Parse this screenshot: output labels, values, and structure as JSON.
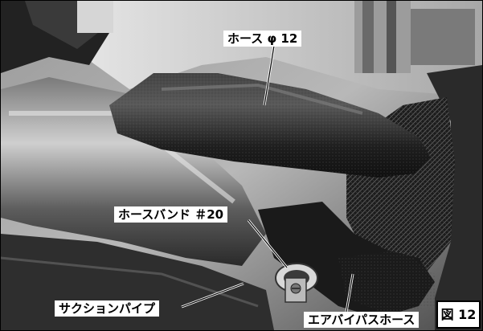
{
  "labels": {
    "hose_12": "ホース φ 12",
    "hose_band": "ホースバンド ＃20",
    "suction_pipe": "サクションパイプ",
    "air_bypass_hose": "エアバイパスホース"
  },
  "figure_number": "図 12",
  "colors": {
    "label_background": "#ffffff",
    "label_text": "#000000",
    "frame_border": "#000000"
  }
}
